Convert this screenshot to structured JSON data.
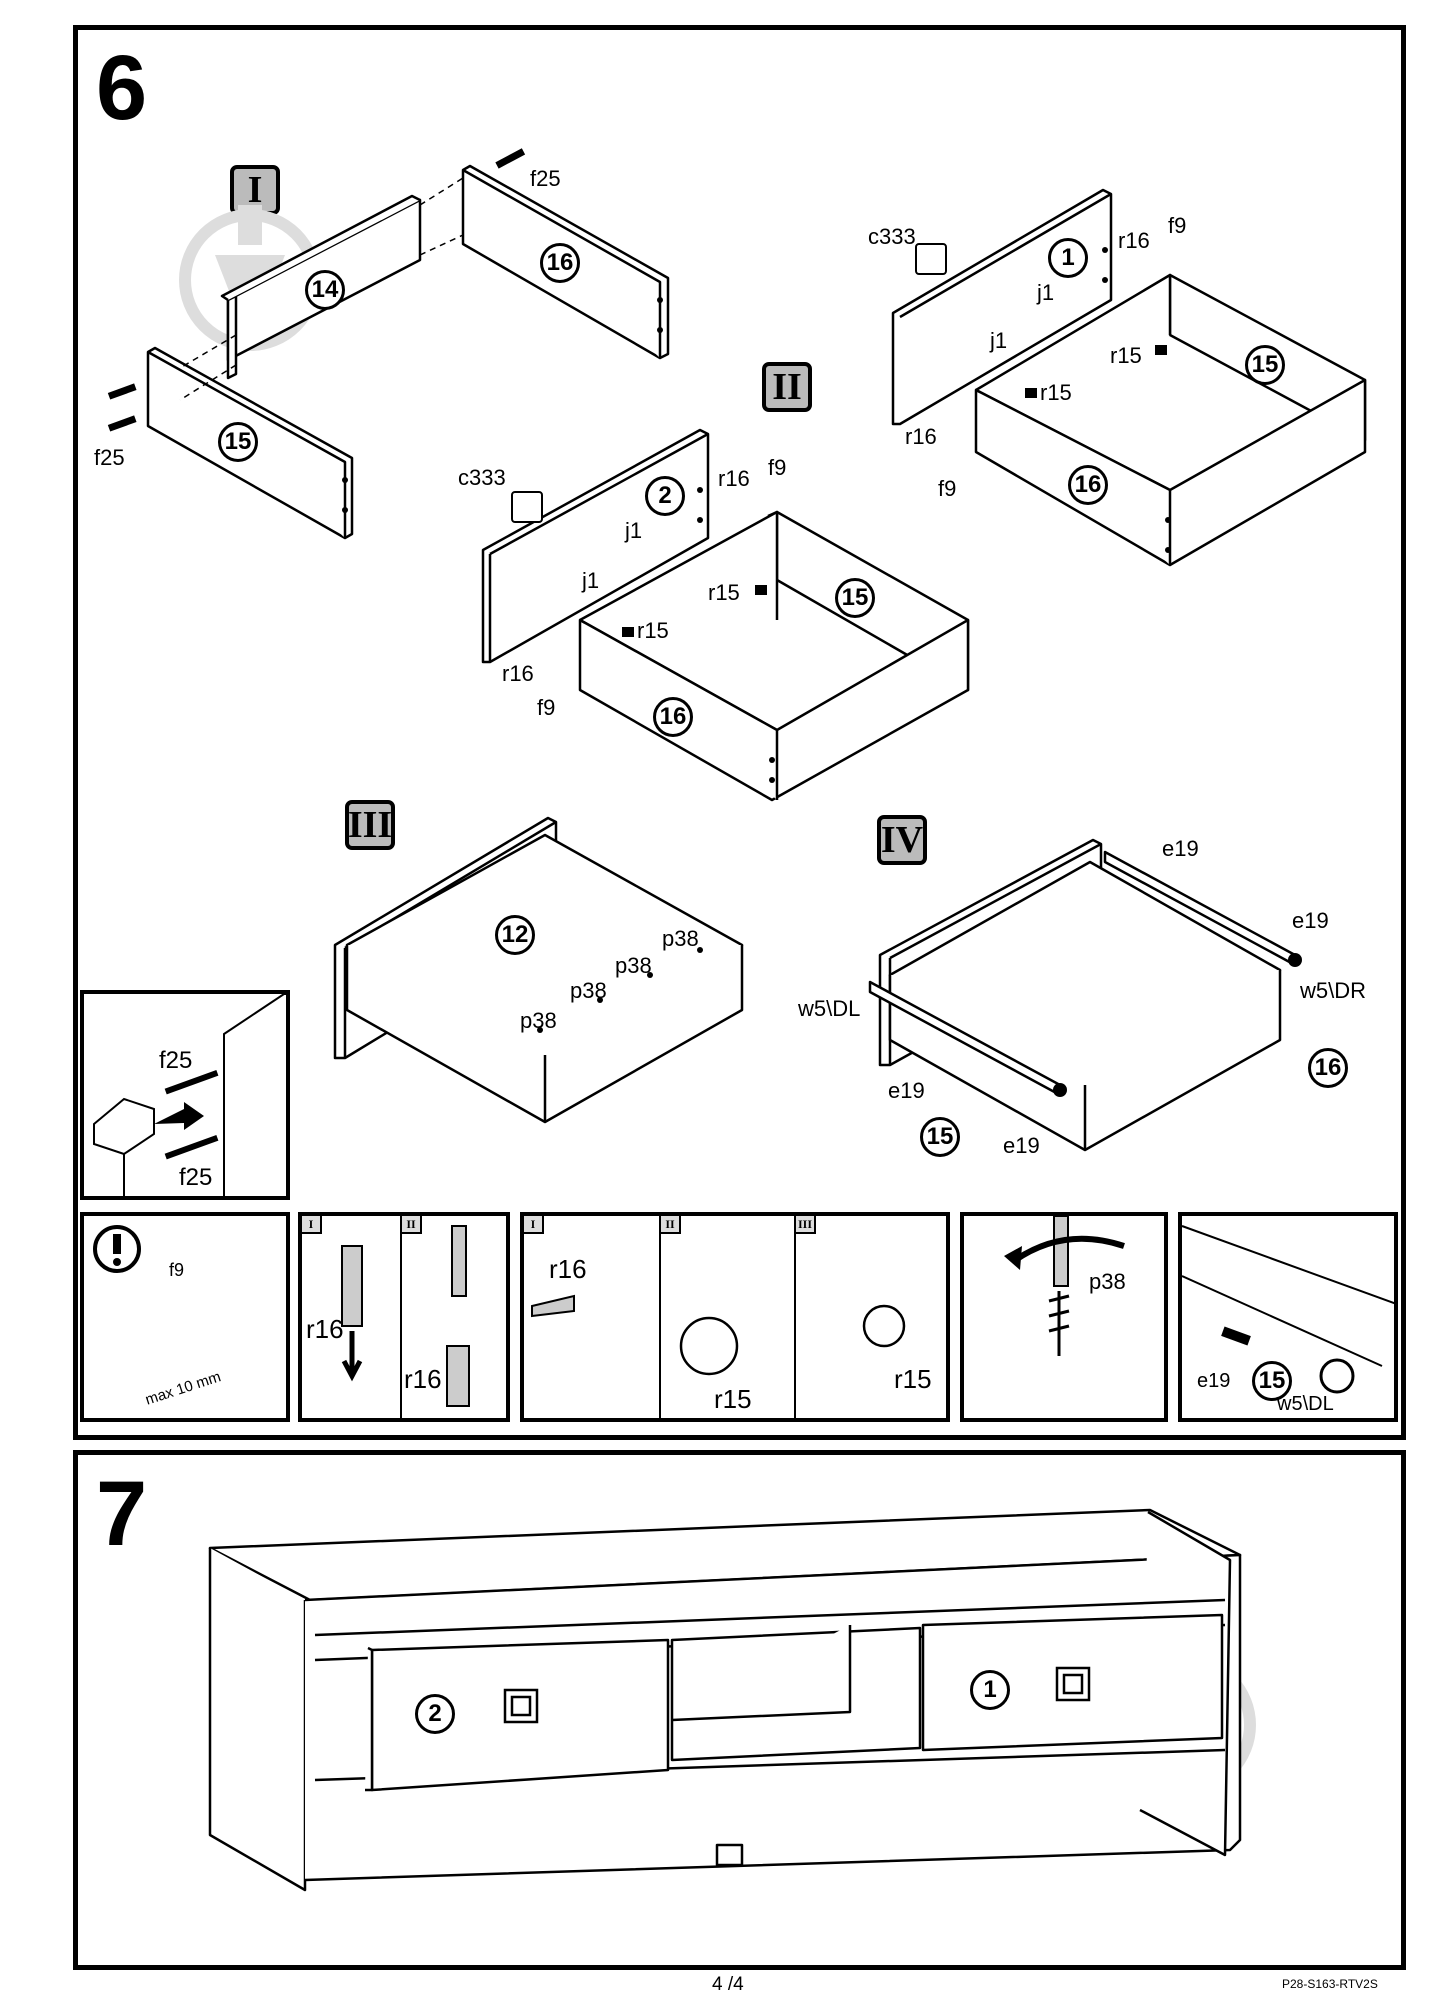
{
  "steps": {
    "step6": "6",
    "step7": "7"
  },
  "substeps": {
    "s1": "I",
    "s2": "II",
    "s3": "III",
    "s4": "IV"
  },
  "parts": {
    "p14": "14",
    "p15": "15",
    "p16": "16",
    "p12": "12",
    "p1": "1",
    "p2": "2"
  },
  "hardware": {
    "f25": "f25",
    "f9": "f9",
    "c333": "c333",
    "r16": "r16",
    "r15": "r15",
    "j1": "j1",
    "p38": "p38",
    "e19": "e19",
    "w5dl": "w5\\DL",
    "w5dr": "w5\\DR"
  },
  "notes": {
    "max10": "max 10 mm"
  },
  "detail_tags": {
    "i": "I",
    "ii": "II",
    "iii": "III"
  },
  "footer": {
    "page": "4 /4",
    "code": "P28-S163-RTV2S"
  },
  "icons": [
    "hammer-icon",
    "warning-icon",
    "screwdriver-icon",
    "rotate-arrow-icon",
    "watermark-logo-icon"
  ]
}
